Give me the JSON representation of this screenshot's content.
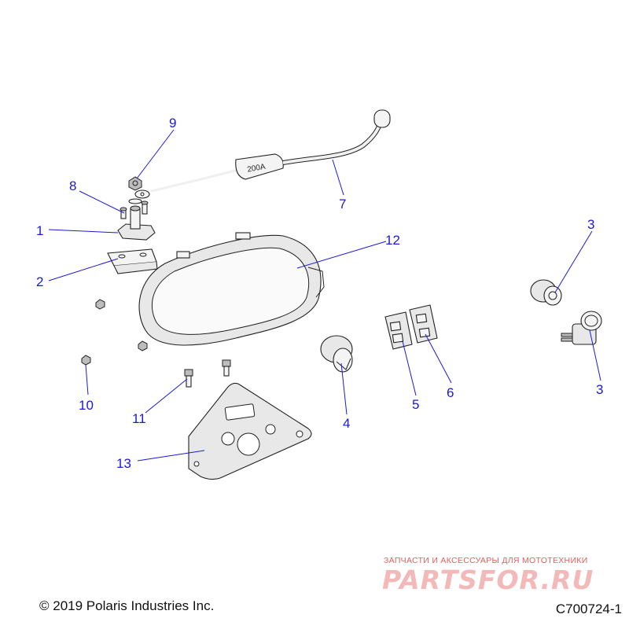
{
  "diagram": {
    "callouts": [
      "1",
      "2",
      "3",
      "3",
      "4",
      "5",
      "6",
      "7",
      "8",
      "9",
      "10",
      "11",
      "12",
      "13"
    ],
    "cable_label": "200A",
    "accent_color": "#1a1ad6"
  },
  "footer": {
    "copyright": "© 2019 Polaris Industries Inc.",
    "diagram_code": "C700724-1"
  },
  "watermark": {
    "tagline": "ЗАПЧАСТИ И АКСЕССУАРЫ ДЛЯ МОТОТЕХНИКИ",
    "logo": "PARTSFOR.RU"
  }
}
